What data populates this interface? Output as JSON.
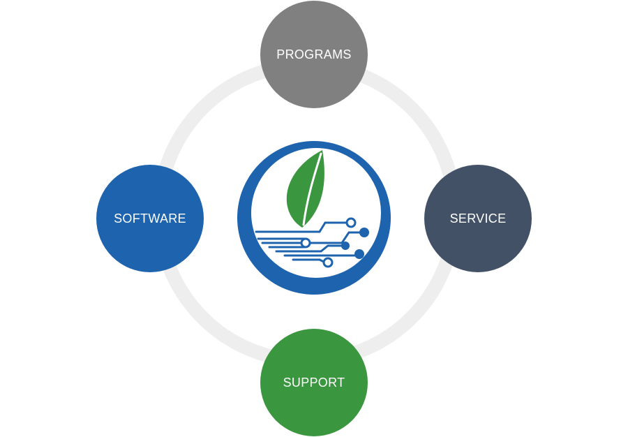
{
  "colors": {
    "ring": "#eeeeee",
    "programs": "#808080",
    "software": "#1d63ad",
    "service": "#425166",
    "support": "#3a963f",
    "logo_blue": "#1d63ad",
    "logo_green": "#3a963f"
  },
  "nodes": {
    "programs": {
      "label": "PROGRAMS"
    },
    "software": {
      "label": "SOFTWARE"
    },
    "service": {
      "label": "SERVICE"
    },
    "support": {
      "label": "SUPPORT"
    }
  },
  "logo": {
    "icon": "leaf-circuit-logo-icon"
  }
}
